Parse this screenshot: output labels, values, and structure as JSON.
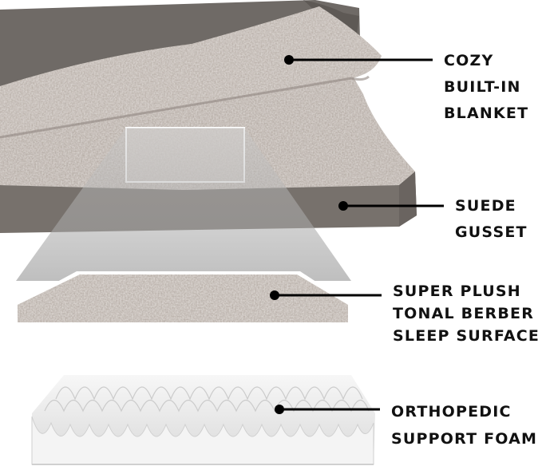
{
  "callouts": {
    "blanket": {
      "lines": [
        "COZY",
        "BUILT-IN",
        "BLANKET"
      ]
    },
    "gusset": {
      "lines": [
        "SUEDE",
        "GUSSET"
      ]
    },
    "surface": {
      "lines": [
        "SUPER PLUSH",
        "TONAL BERBER",
        "SLEEP SURFACE"
      ]
    },
    "foam": {
      "lines": [
        "ORTHOPEDIC",
        "SUPPORT FOAM"
      ]
    }
  },
  "colors": {
    "suede": "#6e6864",
    "berber": "#b3aaa3",
    "foam": "#ececec",
    "text": "#111111"
  }
}
